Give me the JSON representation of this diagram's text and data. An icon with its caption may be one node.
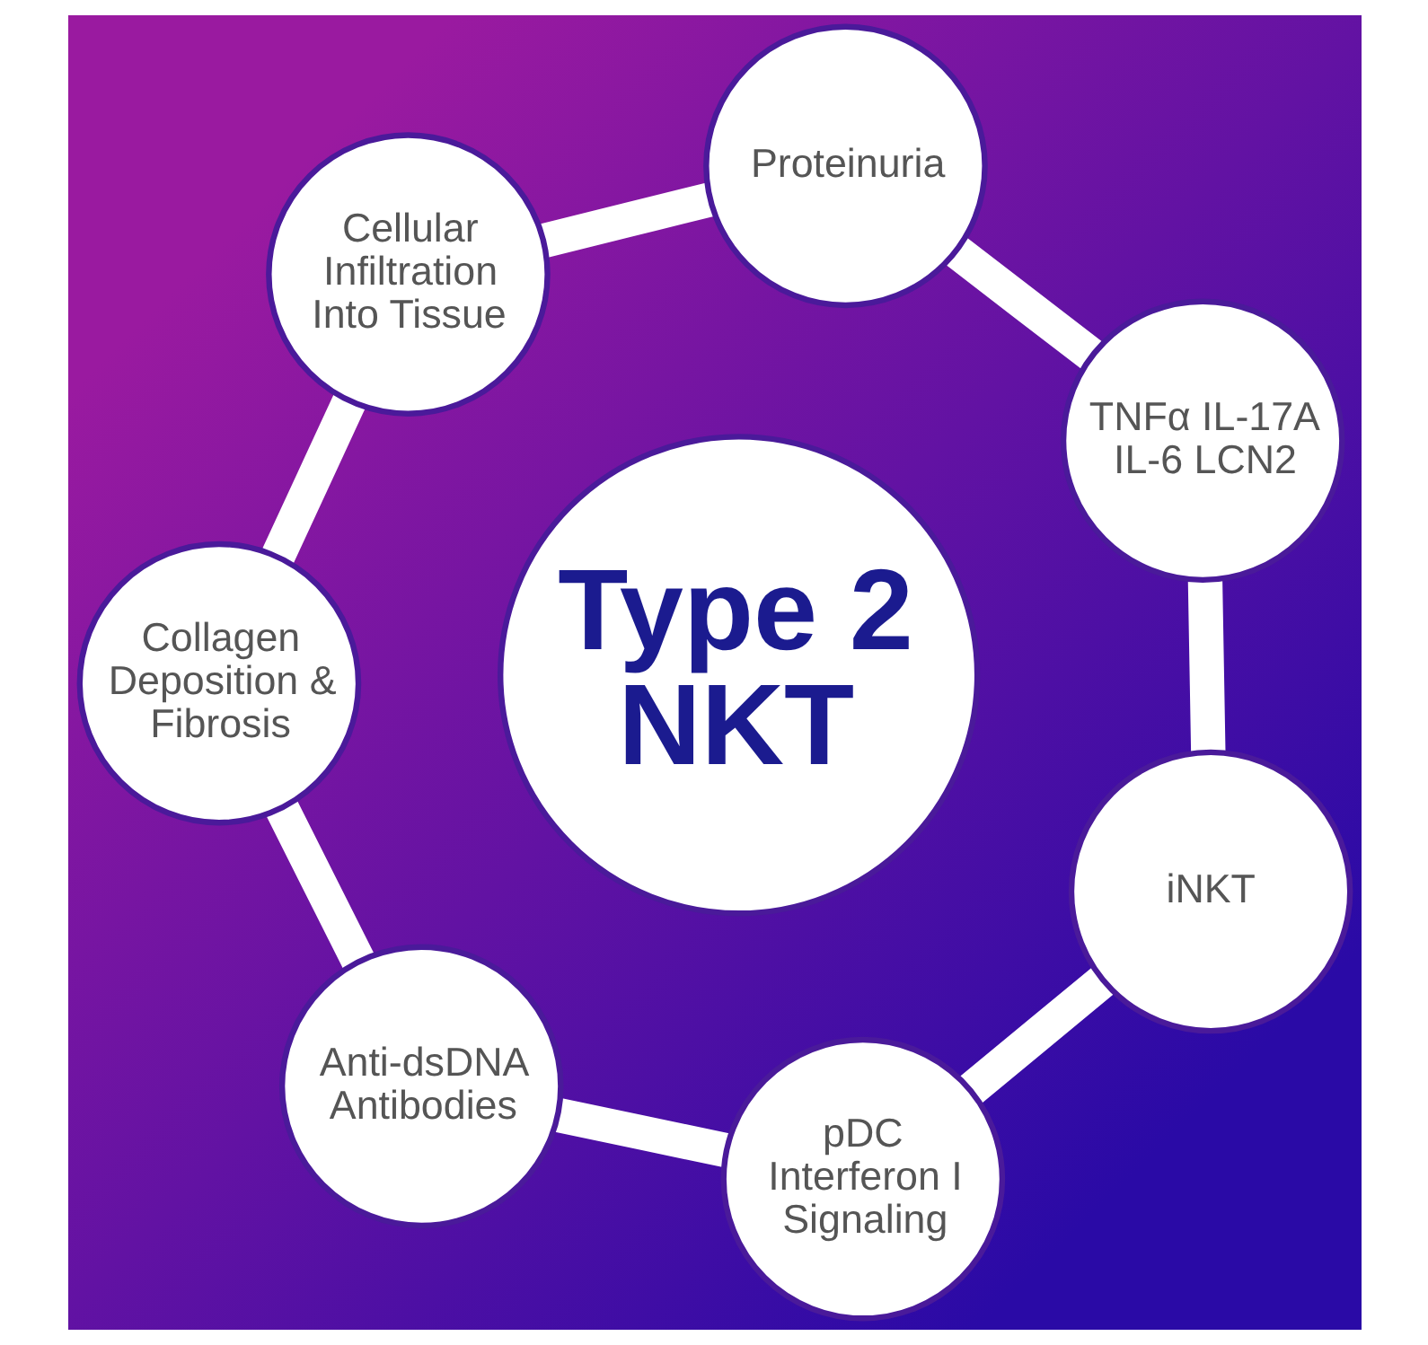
{
  "diagram": {
    "nodes": [
      {
        "text": [
          "Type 2 NKT"
        ]
      },
      {
        "text": [
          "iNKT"
        ]
      },
      {
        "text": [
          "TNFα IL-17A IL-6 LCN2"
        ]
      },
      {
        "text": [
          "Proteinuria"
        ]
      },
      {
        "text": [
          "Cellular Infiltration Into Tissue"
        ]
      },
      {
        "text": [
          "Collagen Deposition & Fibrosis"
        ]
      },
      {
        "text": [
          "Anti-dsDNA Antibodies"
        ]
      },
      {
        "text": [
          "pDC",
          "Interferon I Signaling"
        ]
      }
    ],
    "edges": [
      {
        "from": 1,
        "to": 2,
        "arrow": "none"
      },
      {
        "from": 2,
        "to": 3,
        "arrow": "none"
      },
      {
        "from": 3,
        "to": 4,
        "arrow": "none"
      },
      {
        "from": 4,
        "to": 5,
        "arrow": "none"
      },
      {
        "from": 5,
        "to": 6,
        "arrow": "none"
      },
      {
        "from": 6,
        "to": 7,
        "arrow": "none"
      },
      {
        "from": 7,
        "to": 1,
        "arrow": "none"
      }
    ]
  }
}
